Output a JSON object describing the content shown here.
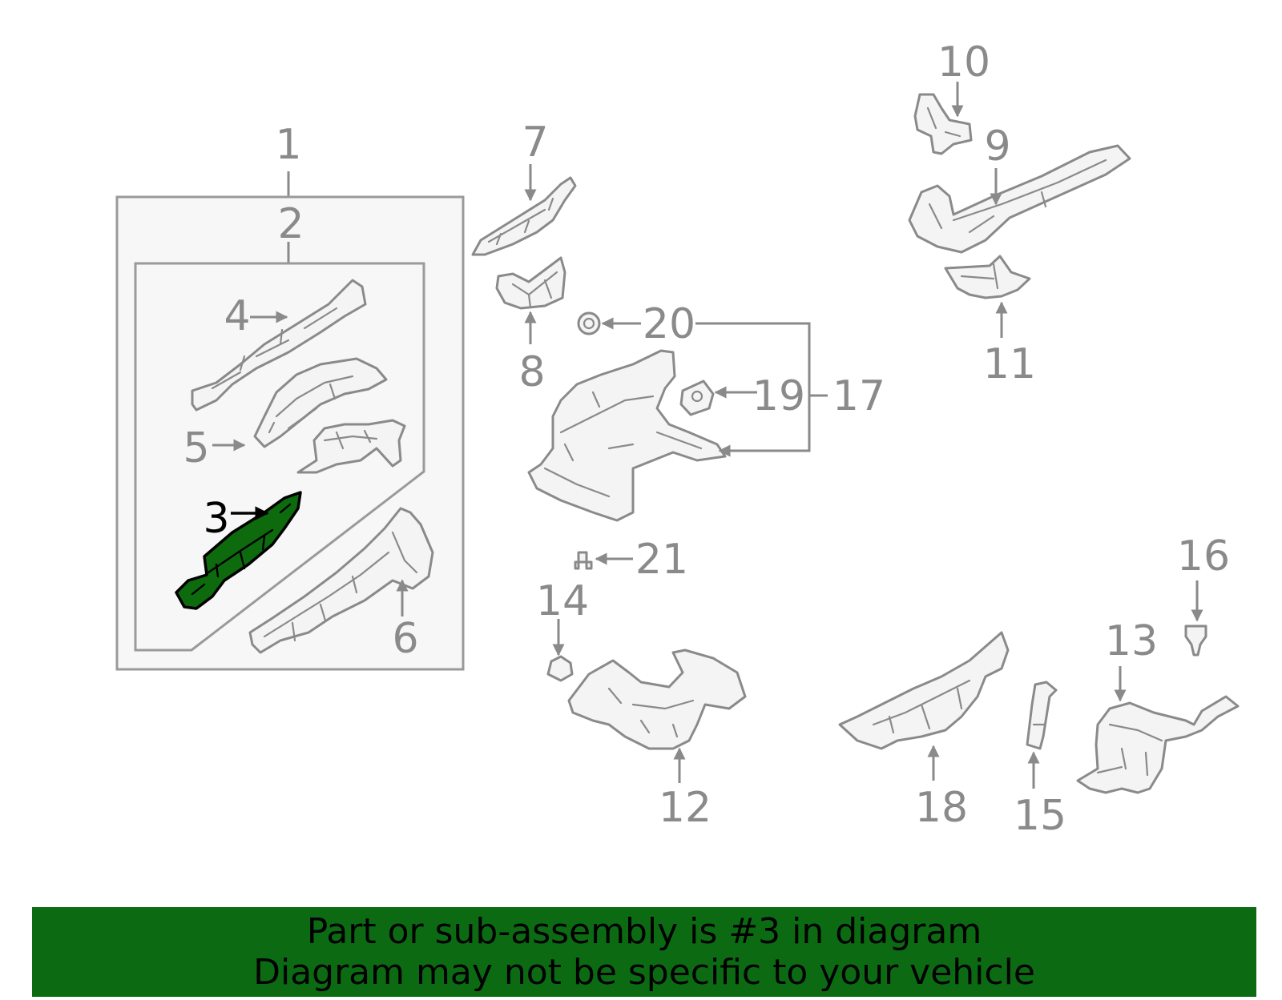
{
  "callouts": {
    "n1": "1",
    "n2": "2",
    "n3": "3",
    "n4": "4",
    "n5": "5",
    "n6": "6",
    "n7": "7",
    "n8": "8",
    "n9": "9",
    "n10": "10",
    "n11": "11",
    "n12": "12",
    "n13": "13",
    "n14": "14",
    "n15": "15",
    "n16": "16",
    "n17": "17",
    "n18": "18",
    "n19": "19",
    "n20": "20",
    "n21": "21"
  },
  "highlighted_part": "3",
  "colors": {
    "highlight": "#0d6b0d",
    "banner": "#0c6b12",
    "line": "#8a8a8a"
  },
  "banner": {
    "line1": "Part or sub-assembly is #3 in diagram",
    "line2": "Diagram may not be specific to your vehicle"
  }
}
